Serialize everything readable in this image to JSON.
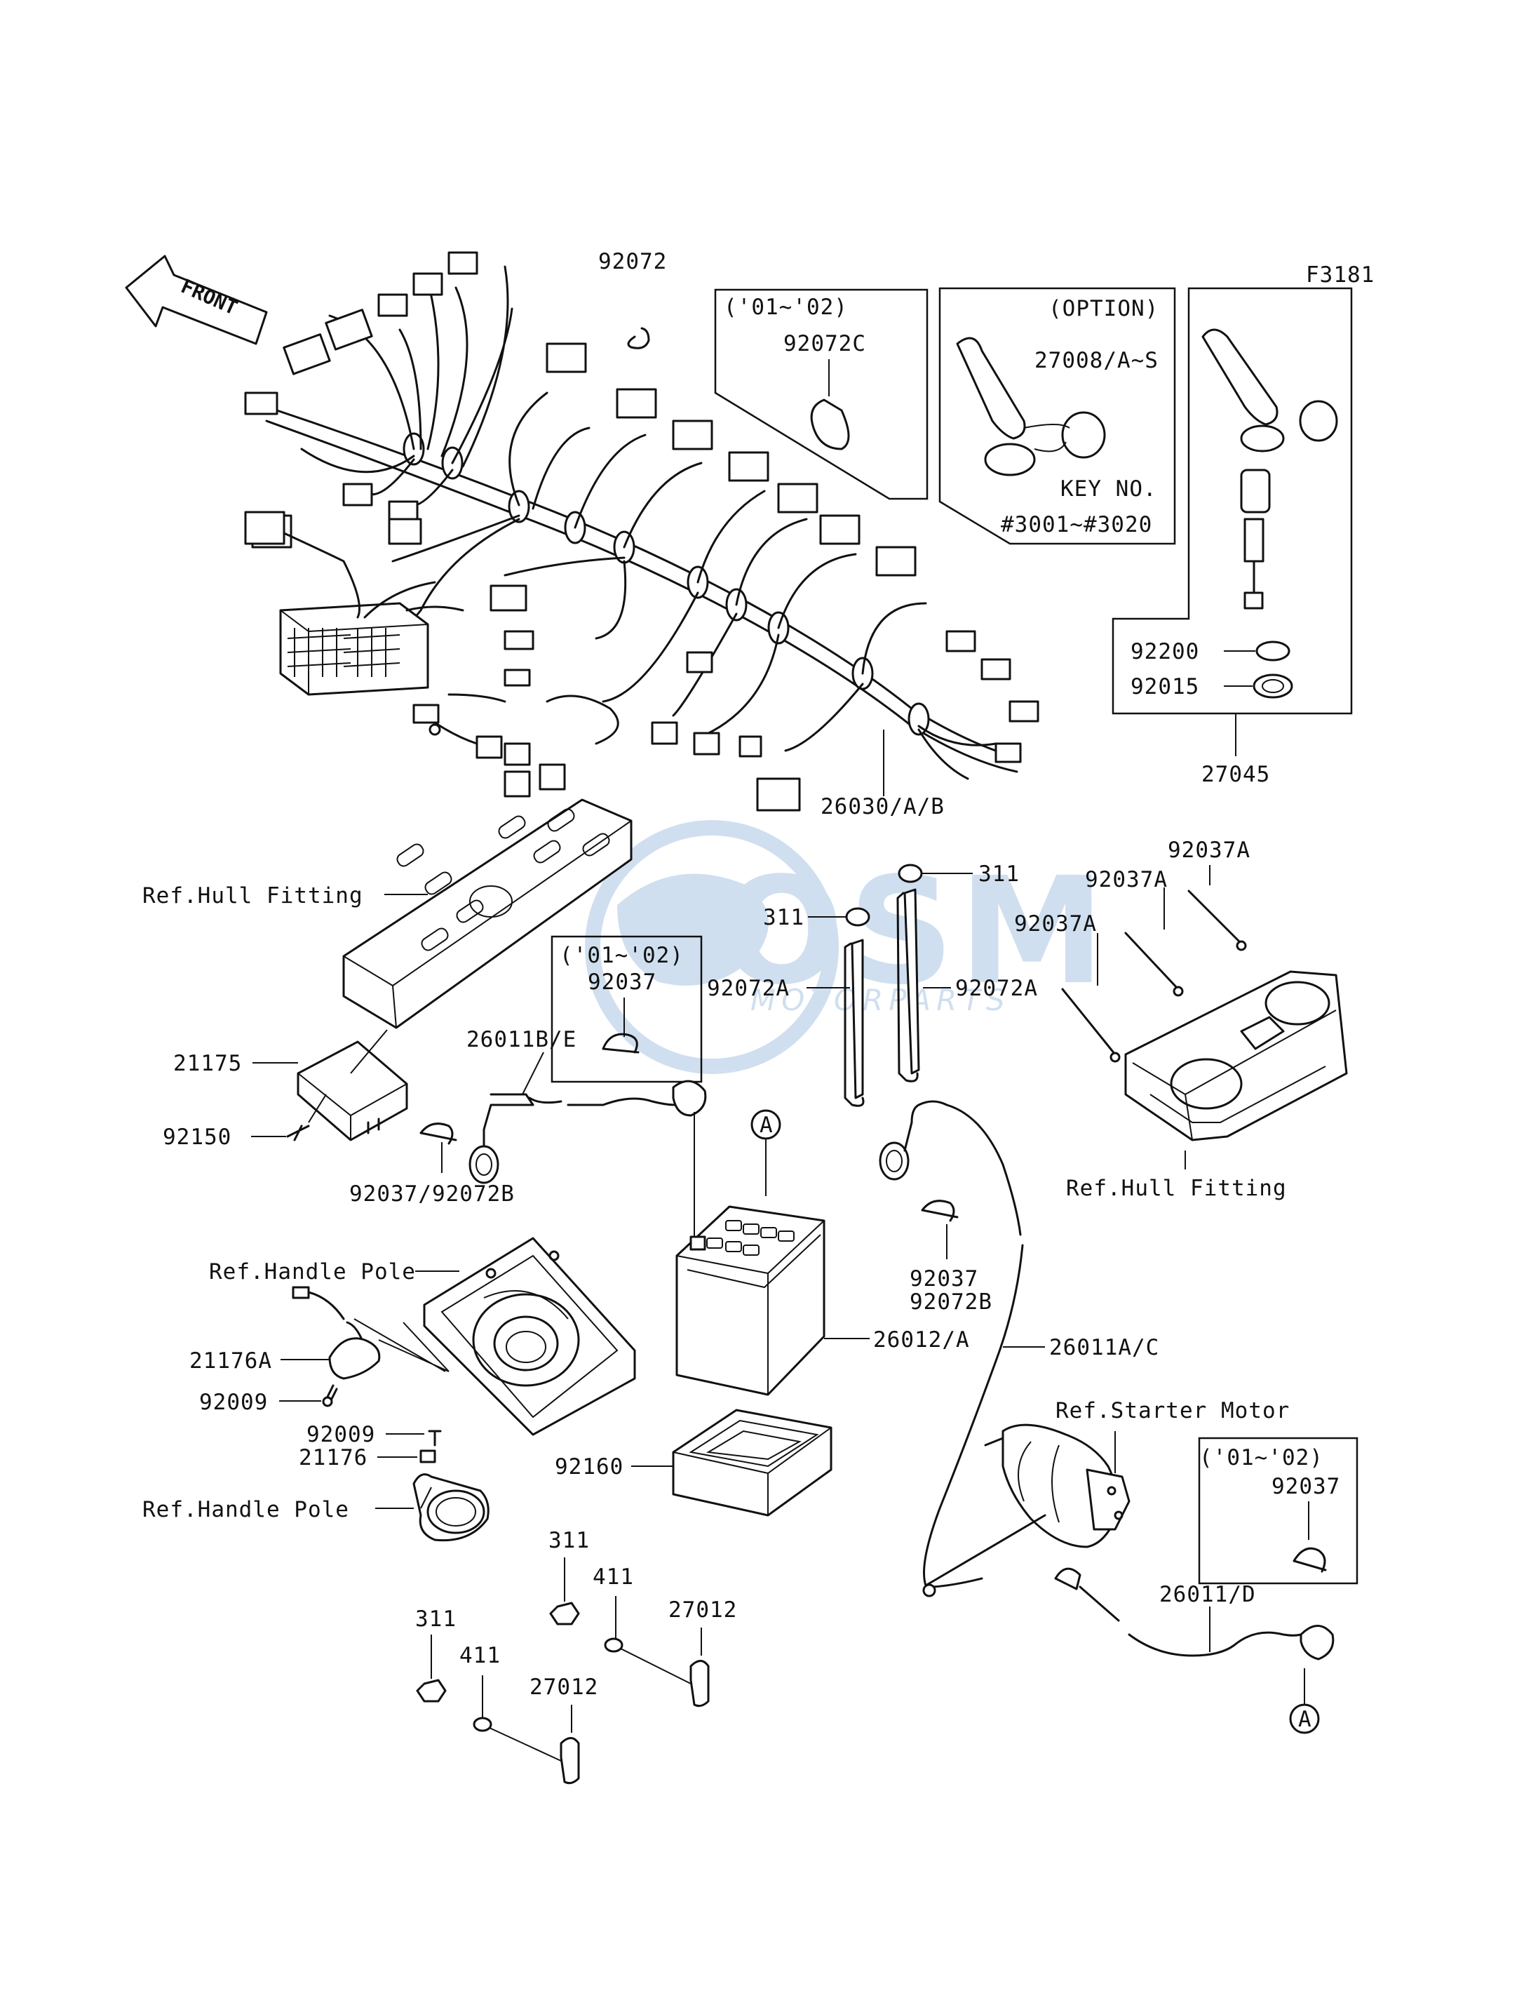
{
  "figure_code": "F3181",
  "front_arrow_label": "FRONT",
  "watermark": {
    "brand": "OSM",
    "sub": "MOTORPARTS",
    "color": "#5b8fc9"
  },
  "boxes": {
    "box1_note": "('01~'02)",
    "box1_part": "92072C",
    "box2_note": "(OPTION)",
    "box2_part": "27008/A~S",
    "box2_key_title": "KEY NO.",
    "box2_key_range": "#3001~#3020",
    "box4_note": "('01~'02)",
    "box4_part": "92037",
    "box5_note": "('01~'02)",
    "box5_part": "92037"
  },
  "labels": {
    "p92072": "92072",
    "p92200": "92200",
    "p92015": "92015",
    "p27045": "27045",
    "p26030": "26030/A/B",
    "ref_hull_1": "Ref.Hull Fitting",
    "p311_a": "311",
    "p311_b": "311",
    "p92037A_1": "92037A",
    "p92037A_2": "92037A",
    "p92037A_3": "92037A",
    "p92072A_l": "92072A",
    "p92072A_r": "92072A",
    "p26011BE": "26011B/E",
    "p21175": "21175",
    "p92150": "92150",
    "p92037_92072B": "92037/92072B",
    "ref_hull_2": "Ref.Hull Fitting",
    "p92037_b": "92037",
    "p92072B_b": "92072B",
    "circle_a_top": "A",
    "ref_handle_1": "Ref.Handle Pole",
    "p21176A": "21176A",
    "p92009_a": "92009",
    "p26012A": "26012/A",
    "p26011AC": "26011A/C",
    "ref_starter": "Ref.Starter Motor",
    "p92009_b": "92009",
    "p21176": "21176",
    "p92160": "92160",
    "ref_handle_2": "Ref.Handle Pole",
    "p311_c": "311",
    "p411_a": "411",
    "p27012_a": "27012",
    "p311_d": "311",
    "p411_b": "411",
    "p27012_b": "27012",
    "p26011D": "26011/D",
    "circle_a_bottom": "A"
  }
}
